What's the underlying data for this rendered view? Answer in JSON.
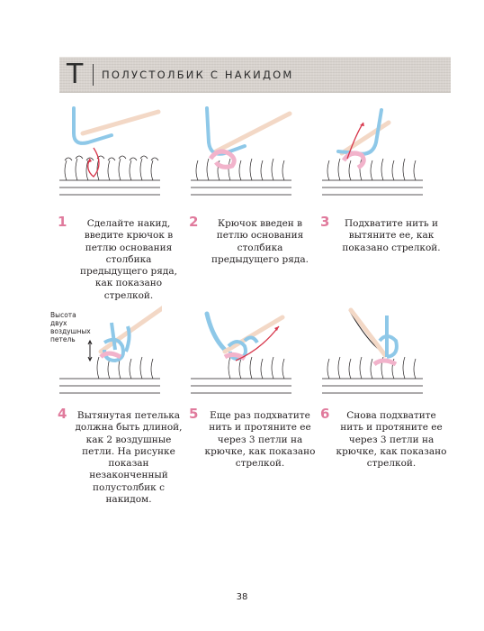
{
  "header": {
    "letter": "Т",
    "title": "ПОЛУСТОЛБИК С НАКИДОМ"
  },
  "steps": [
    {
      "num": "1",
      "text": "Сделайте накид, введите крючок в петлю основания столбика предыдущего ряда, как показано стрелкой."
    },
    {
      "num": "2",
      "text": "Крючок введен в петлю основания столбика предыдущего ряда."
    },
    {
      "num": "3",
      "text": "Подхватите нить и вытяните ее, как показано стрелкой."
    },
    {
      "num": "4",
      "text": "Вытянутая петелька должна быть длиной, как 2 воздушные петли. На рисунке показан незаконченный полустолбик с накидом."
    },
    {
      "num": "5",
      "text": "Еще раз подхватите нить и протяните ее через 3 петли на крючке, как показано стрелкой."
    },
    {
      "num": "6",
      "text": "Снова подхватите нить и протяните ее через 3 петли на крючке, как показано стрелкой."
    }
  ],
  "side_label": "Высота двух воздушных петель",
  "colors": {
    "accent": "#e07a9c",
    "yarn_blue": "#8ec8e8",
    "yarn_pink": "#f2b3cb",
    "hook": "#f3d8c6",
    "arrow": "#d7354a"
  },
  "page_number": "38"
}
